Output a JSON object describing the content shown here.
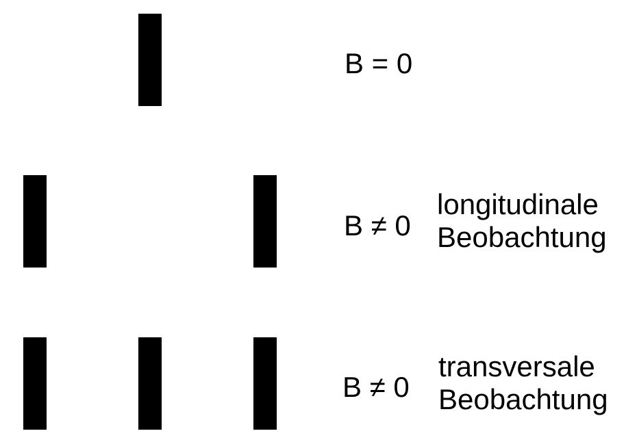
{
  "colors": {
    "line": "#000000",
    "background": "#ffffff"
  },
  "rows": [
    {
      "condition": "B = 0",
      "description": [],
      "lines": [
        "center"
      ]
    },
    {
      "condition": "B ≠ 0",
      "description": [
        "longitudinale",
        "Beobachtung"
      ],
      "lines": [
        "left",
        "right"
      ]
    },
    {
      "condition": "B ≠ 0",
      "description": [
        "transversale",
        "Beobachtung"
      ],
      "lines": [
        "left",
        "center",
        "right"
      ]
    }
  ]
}
